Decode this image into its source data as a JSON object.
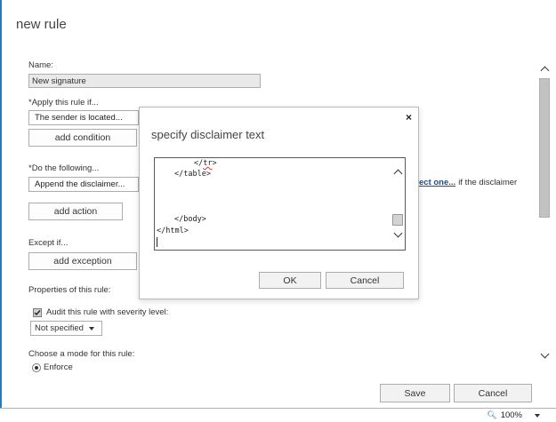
{
  "window": {
    "title": "new rule"
  },
  "form": {
    "name_label": "Name:",
    "name_value": "New signature",
    "apply_label": "*Apply this rule if...",
    "apply_value": "The sender is located...",
    "add_condition": "add condition",
    "do_label": "*Do the following...",
    "do_value": "Append the disclaimer...",
    "do_link": "ect one...",
    "do_trailing": "if the disclaimer",
    "add_action": "add action",
    "except_label": "Except if...",
    "add_exception": "add exception",
    "properties_label": "Properties of this rule:",
    "audit_label": "Audit this rule with severity level:",
    "audit_checked": true,
    "severity_value": "Not specified",
    "mode_label": "Choose a mode for this rule:",
    "mode_enforce": "Enforce"
  },
  "modal": {
    "title": "specify disclaimer text",
    "close": "×",
    "code_lines": [
      "</tr>",
      "</table>",
      "</body>",
      "</html>"
    ],
    "ok": "OK",
    "cancel": "Cancel"
  },
  "footer": {
    "save": "Save",
    "cancel": "Cancel"
  },
  "status": {
    "zoom": "100%"
  }
}
